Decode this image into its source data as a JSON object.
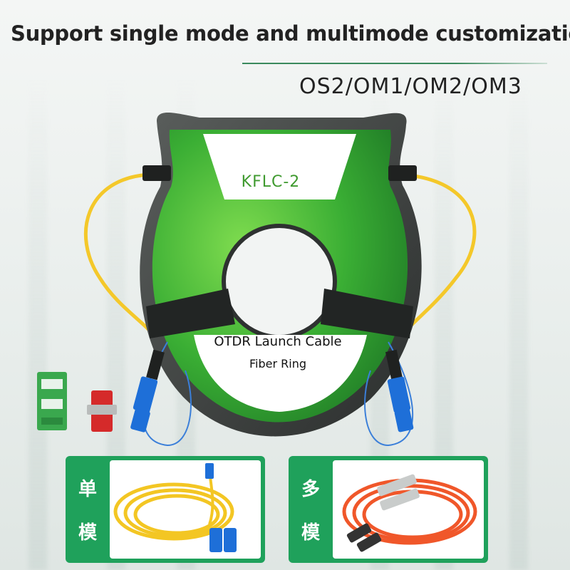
{
  "header": {
    "headline": "Support single mode and multimode customization",
    "fiber_types": "OS2/OM1/OM2/OM3"
  },
  "product": {
    "model_label": "KFLC-2",
    "ring_label_line1": "OTDR Launch Cable",
    "ring_label_line2": "Fiber Ring"
  },
  "options": [
    {
      "char1": "单",
      "char2": "模",
      "cable_color": "#f3c623"
    },
    {
      "char1": "多",
      "char2": "模",
      "cable_color": "#f0572a"
    }
  ],
  "colors": {
    "accent_green": "#1fa15b",
    "reel_green": "#45b83a",
    "connector_blue": "#1e6fd8",
    "adapter_green": "#3aa84e",
    "adapter_red": "#d52a2a"
  }
}
